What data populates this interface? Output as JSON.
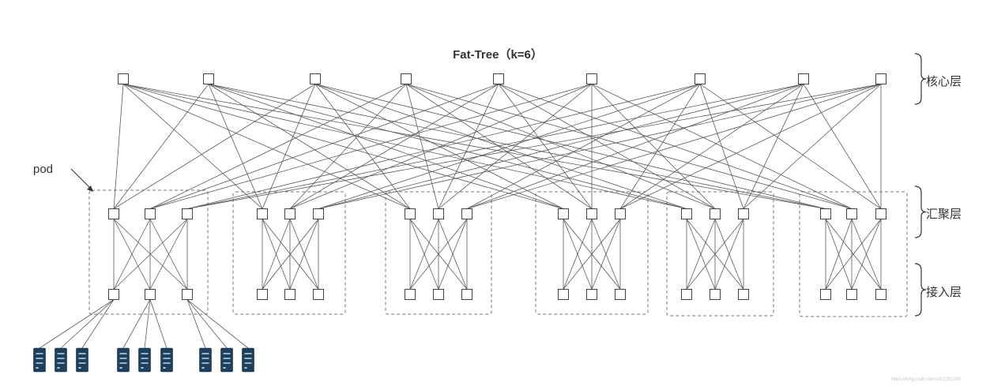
{
  "title": "Fat-Tree（k=6）",
  "layers": {
    "core": "核心层",
    "aggregation": "汇聚层",
    "access": "接入层"
  },
  "pod_label": "pod",
  "watermark": "https://blog.csdn.net/u012291393",
  "topology": {
    "k": 6,
    "core_switches": 9,
    "pods": 6,
    "aggregation_per_pod": 3,
    "edge_per_pod": 3,
    "servers_per_edge": 3
  },
  "colors": {
    "line": "#5a5a5a",
    "switch_fill": "#ffffff",
    "switch_stroke": "#444444",
    "pod_border": "#777777",
    "server_body": "#1f3f5b",
    "server_slot": "#8fb3cc",
    "text": "#333333"
  },
  "icons": {
    "switch": "switch-icon",
    "server": "server-icon"
  }
}
